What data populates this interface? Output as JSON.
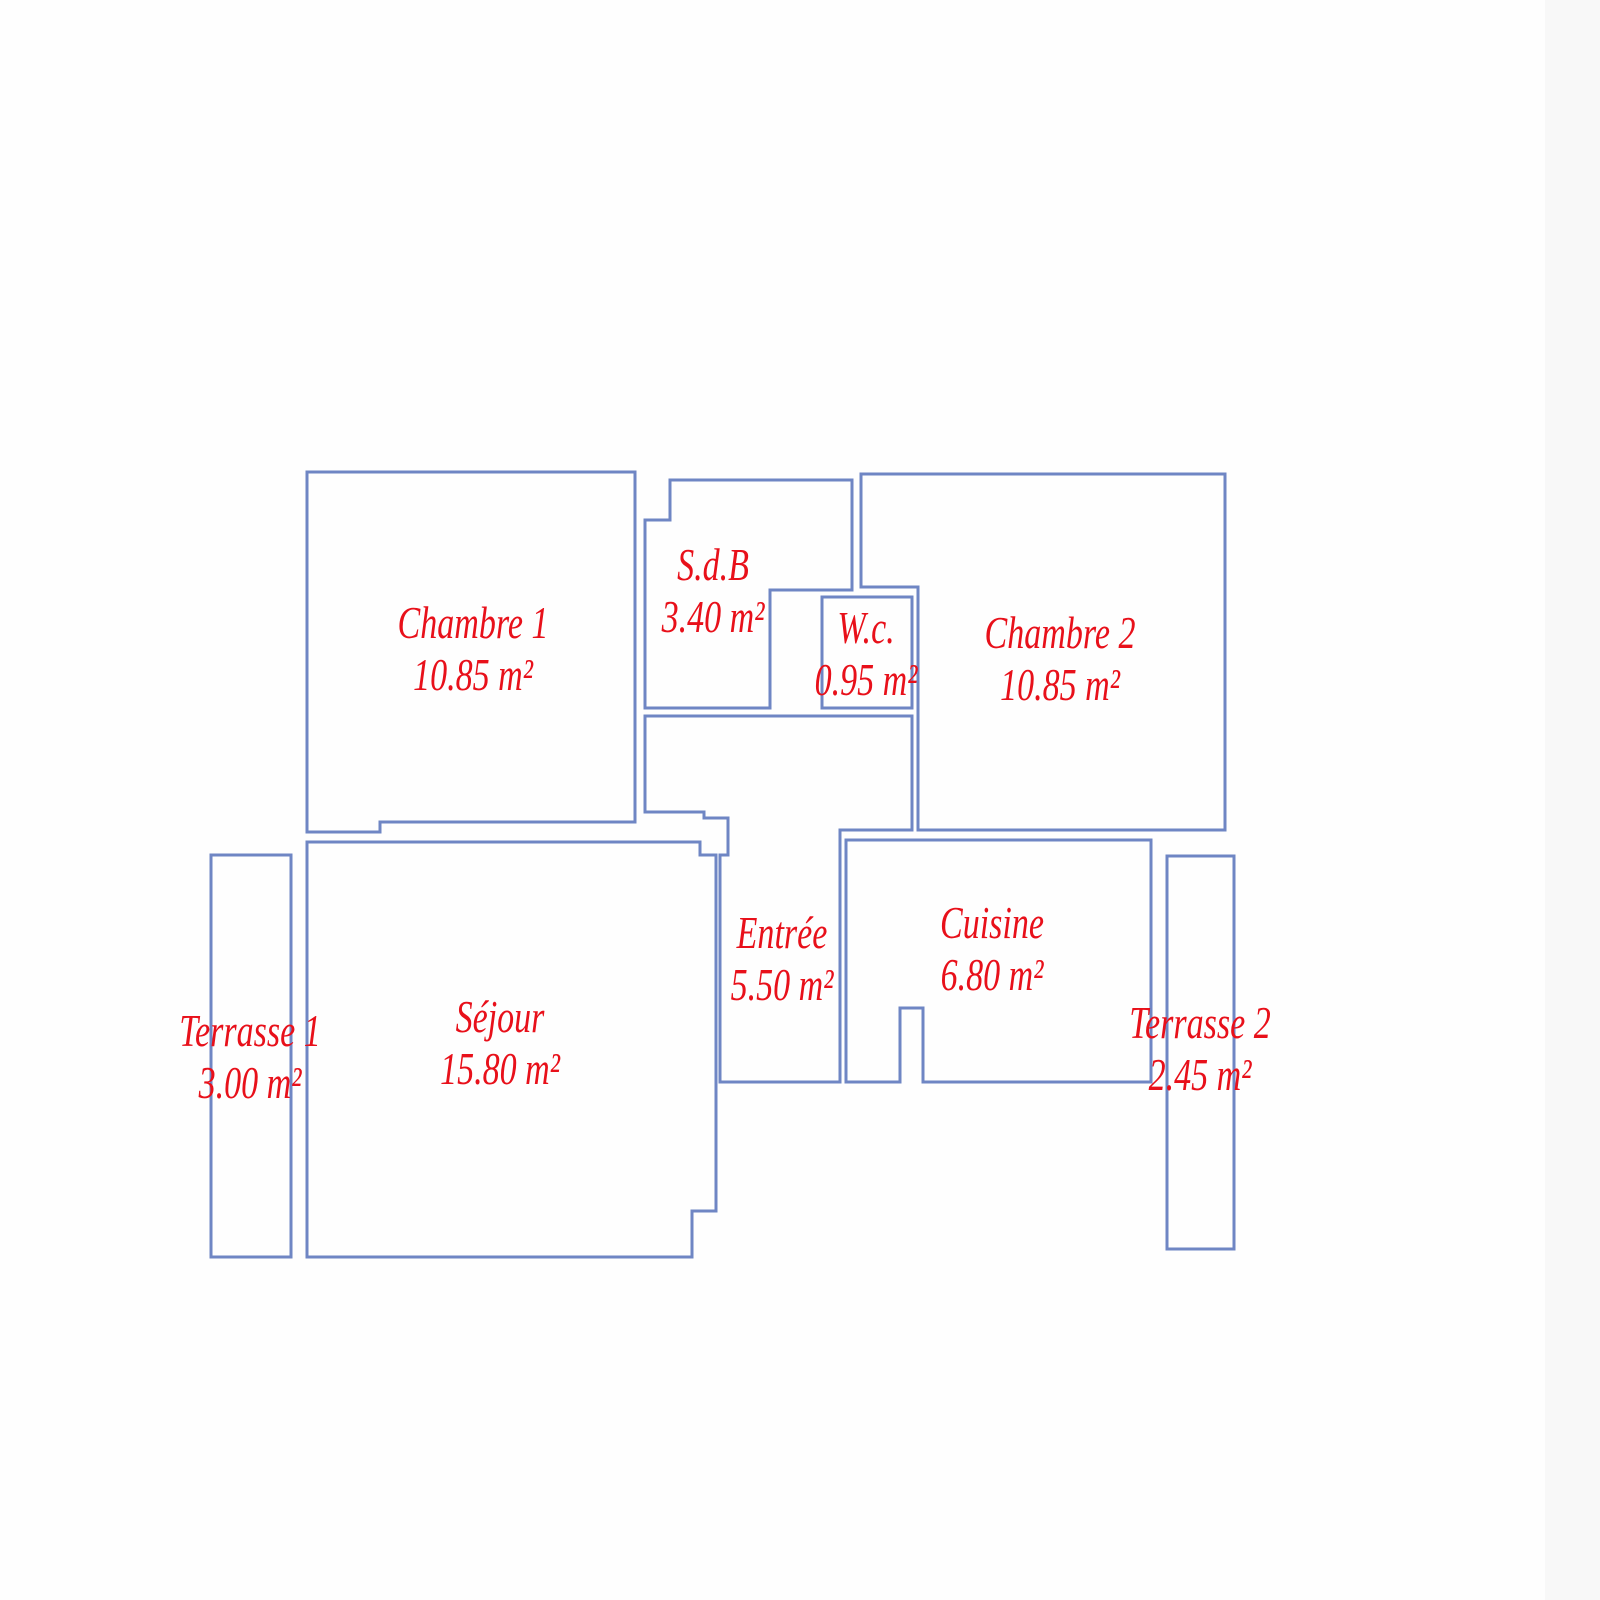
{
  "colors": {
    "walls": "#6f86c4",
    "labels": "#e8101a"
  },
  "rooms": {
    "chambre1": {
      "name": "Chambre 1",
      "area": "10.85 m²"
    },
    "sdb": {
      "name": "S.d.B",
      "area": "3.40 m²"
    },
    "wc": {
      "name": "W.c.",
      "area": "0.95 m²"
    },
    "chambre2": {
      "name": "Chambre 2",
      "area": "10.85 m²"
    },
    "entree": {
      "name": "Entrée",
      "area": "5.50 m²"
    },
    "cuisine": {
      "name": "Cuisine",
      "area": "6.80 m²"
    },
    "sejour": {
      "name": "Séjour",
      "area": "15.80 m²"
    },
    "terrasse1": {
      "name": "Terrasse 1",
      "area": "3.00 m²"
    },
    "terrasse2": {
      "name": "Terrasse 2",
      "area": "2.45 m²"
    }
  }
}
